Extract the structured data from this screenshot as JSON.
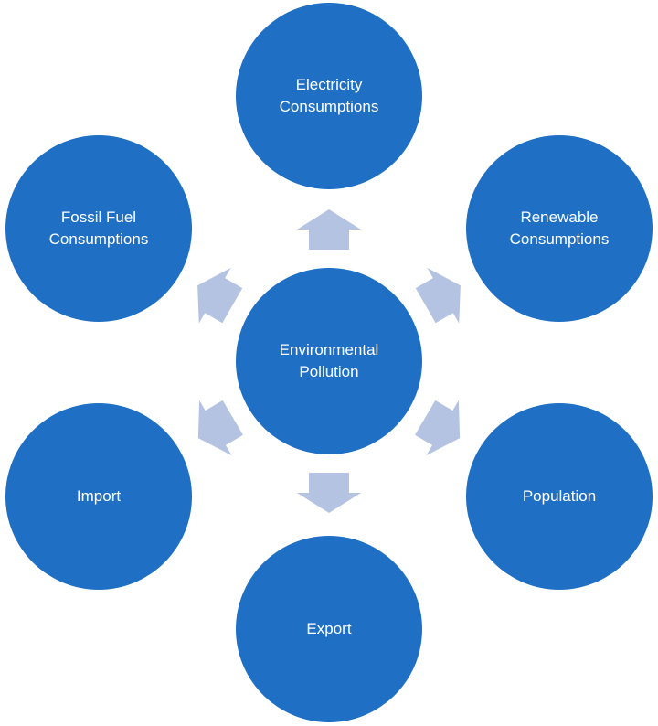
{
  "colors": {
    "node": "#1f70c4",
    "arrow": "#b4c3e1",
    "text": "#ffffff"
  },
  "center": {
    "id": "center",
    "lines": [
      "Environmental",
      "Pollution"
    ]
  },
  "nodes": [
    {
      "id": "electricity",
      "lines": [
        "Electricity",
        "Consumptions"
      ]
    },
    {
      "id": "renewable",
      "lines": [
        "Renewable",
        "Consumptions"
      ]
    },
    {
      "id": "population",
      "lines": [
        "Population"
      ]
    },
    {
      "id": "export",
      "lines": [
        "Export"
      ]
    },
    {
      "id": "import",
      "lines": [
        "Import"
      ]
    },
    {
      "id": "fossil",
      "lines": [
        "Fossil Fuel",
        "Consumptions"
      ]
    }
  ]
}
